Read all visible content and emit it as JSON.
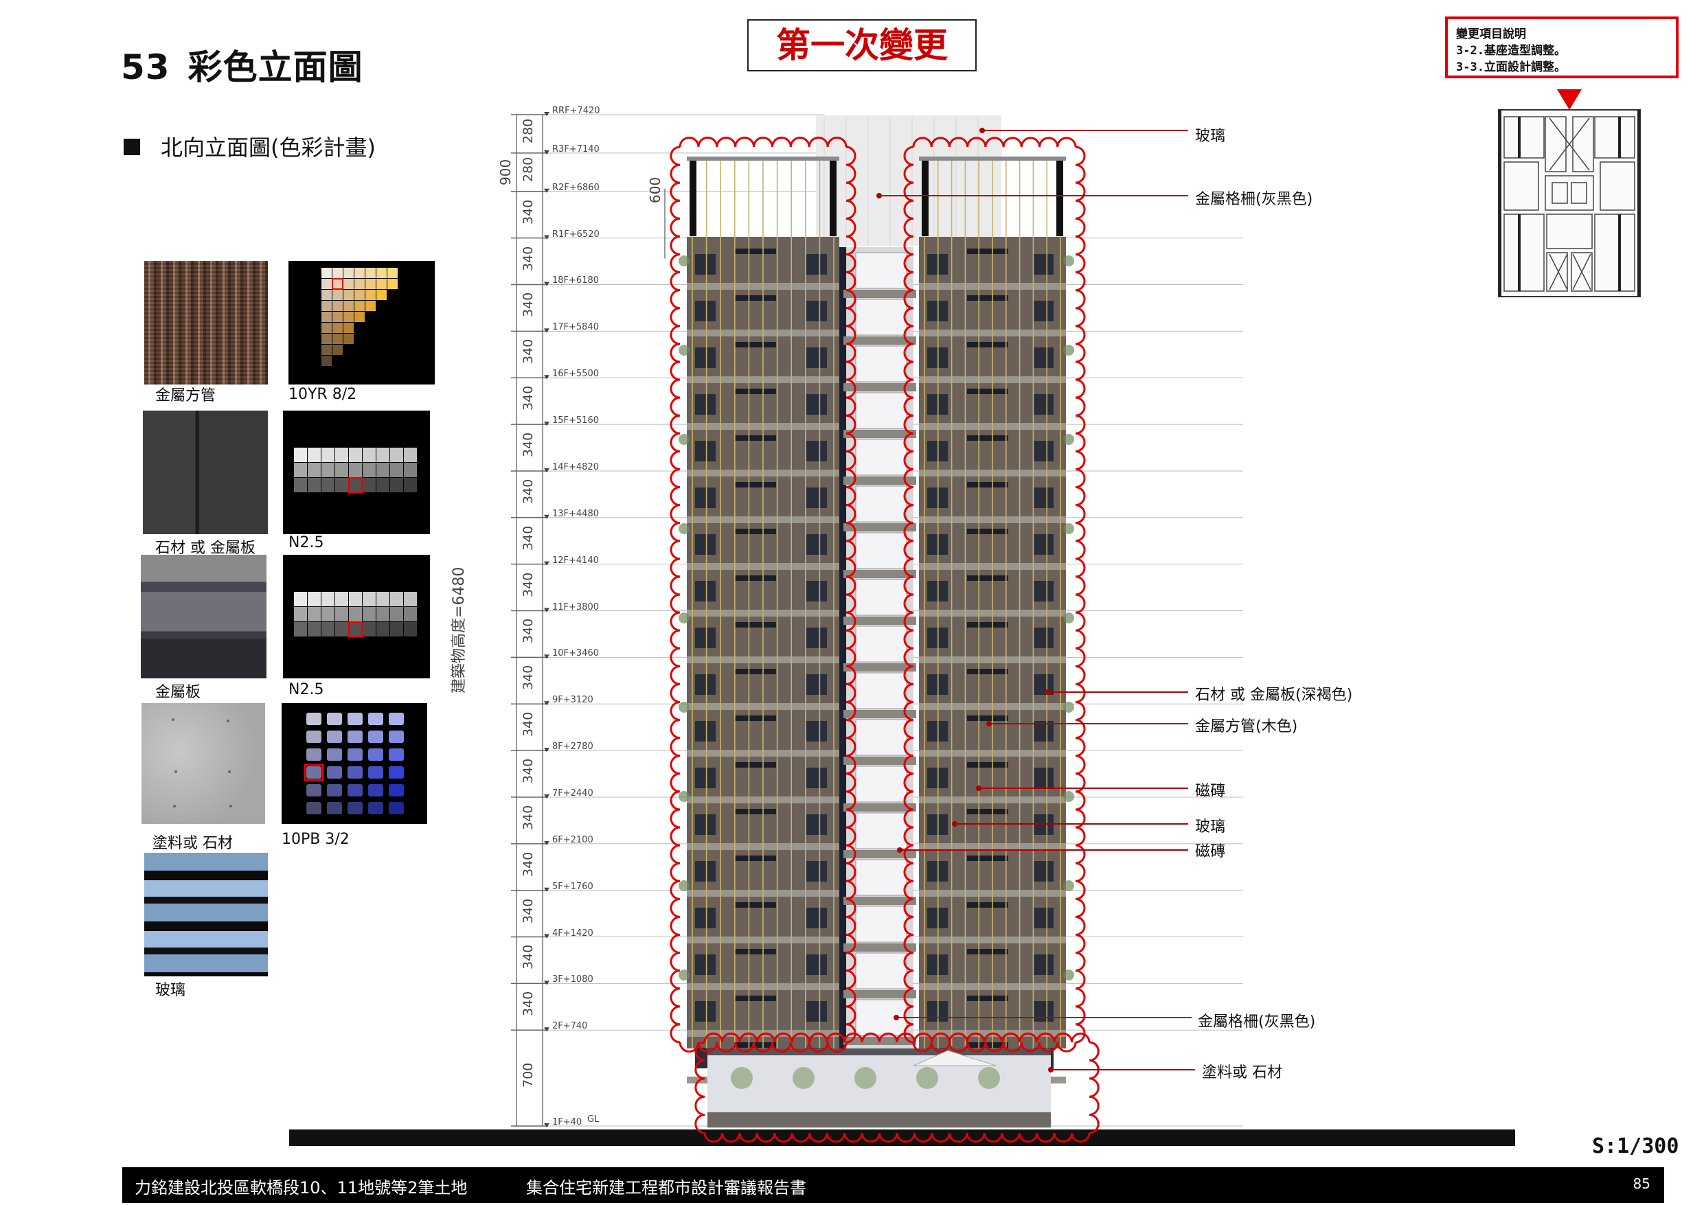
{
  "header": {
    "page_number": "53",
    "page_title": "彩色立面圖",
    "change_stamp": "第一次變更",
    "change_note": {
      "title": "變更項目說明",
      "lines": [
        "3-2.基座造型調整。",
        "3-3.立面設計調整。"
      ]
    },
    "section_title": "北向立面圖(色彩計畫)"
  },
  "swatches": [
    {
      "material": "金屬方管",
      "color_code": "10YR 8/2"
    },
    {
      "material": "石材 或 金屬板",
      "color_code": "N2.5"
    },
    {
      "material": "金屬板",
      "color_code": "N2.5"
    },
    {
      "material": "塗料或 石材",
      "color_code": "10PB 3/2"
    },
    {
      "material": "玻璃",
      "color_code": ""
    }
  ],
  "elevation": {
    "height_total": "建築物高度=6480",
    "dim_900": "900",
    "dim_600": "600",
    "levels": [
      {
        "label": "RRF+7420",
        "span": "280"
      },
      {
        "label": "R3F+7140",
        "span": "280"
      },
      {
        "label": "R2F+6860",
        "span": "340"
      },
      {
        "label": "R1F+6520",
        "span": "340"
      },
      {
        "label": "18F+6180",
        "span": "340"
      },
      {
        "label": "17F+5840",
        "span": "340"
      },
      {
        "label": "16F+5500",
        "span": "340"
      },
      {
        "label": "15F+5160",
        "span": "340"
      },
      {
        "label": "14F+4820",
        "span": "340"
      },
      {
        "label": "13F+4480",
        "span": "340"
      },
      {
        "label": "12F+4140",
        "span": "340"
      },
      {
        "label": "11F+3800",
        "span": "340"
      },
      {
        "label": "10F+3460",
        "span": "340"
      },
      {
        "label": "9F+3120",
        "span": "340"
      },
      {
        "label": "8F+2780",
        "span": "340"
      },
      {
        "label": "7F+2440",
        "span": "340"
      },
      {
        "label": "6F+2100",
        "span": "340"
      },
      {
        "label": "5F+1760",
        "span": "340"
      },
      {
        "label": "4F+1420",
        "span": "340"
      },
      {
        "label": "3F+1080",
        "span": "340"
      },
      {
        "label": "2F+740",
        "span": "700"
      },
      {
        "label": "1F+40",
        "span": ""
      }
    ],
    "gl_label": "GL",
    "callouts": [
      "玻璃",
      "金屬格柵(灰黑色)",
      "石材 或 金屬板(深褐色)",
      "金屬方管(木色)",
      "磁磚",
      "玻璃",
      "磁磚",
      "金屬格柵(灰黑色)",
      "塗料或 石材"
    ]
  },
  "footer": {
    "scale": "S:1/300",
    "project": "力銘建設北投區軟橋段10、11地號等2筆土地",
    "report": "集合住宅新建工程都市設計審議報告書",
    "page": "85"
  },
  "colors": {
    "revision_red": "#e00000",
    "facade_brown": "#6b6158",
    "frame_gold": "#c8b36a"
  }
}
